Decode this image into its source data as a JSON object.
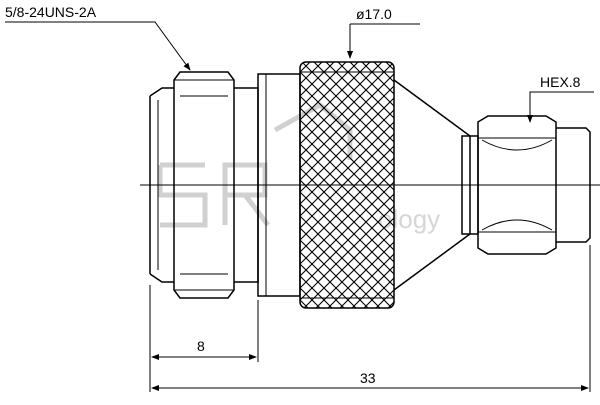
{
  "callouts": {
    "thread": "5/8-24UNS-2A",
    "diameter": "ø17.0",
    "hex": "HEX.8"
  },
  "dimensions": {
    "short_length": "8",
    "total_length": "33"
  },
  "watermark": {
    "text": "ology"
  },
  "colors": {
    "line": "#000000",
    "watermark": "#d6d6d6"
  }
}
